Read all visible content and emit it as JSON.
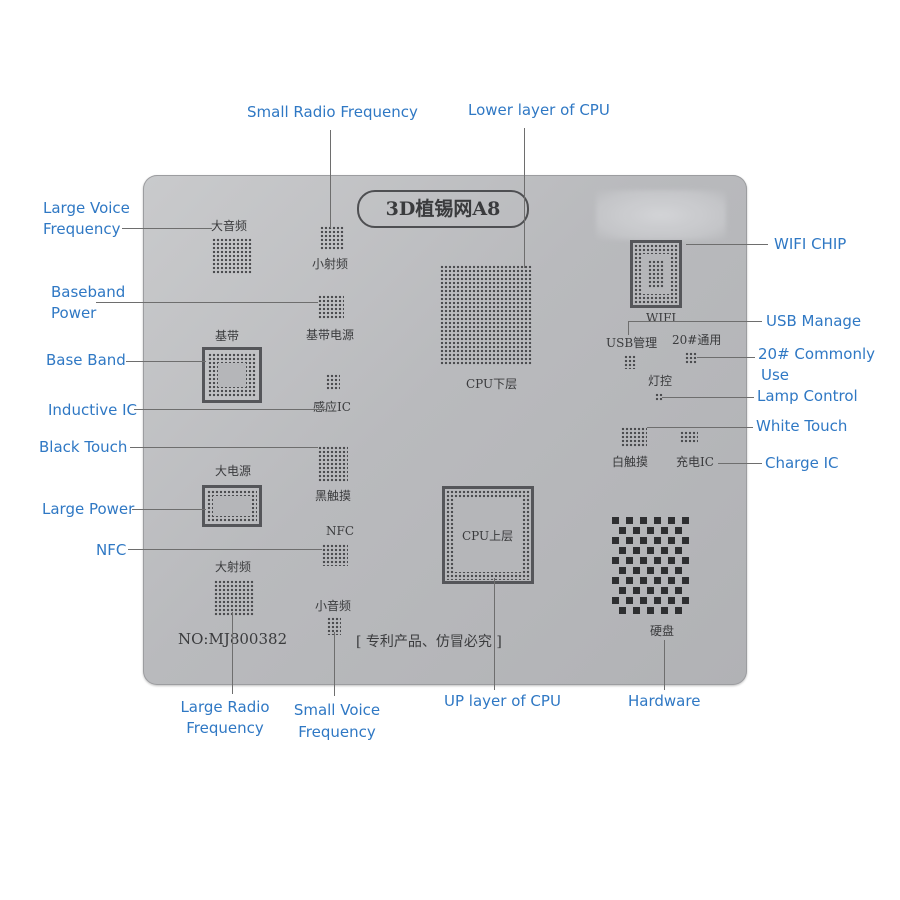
{
  "labels": {
    "small_radio_frequency": "Small Radio Frequency",
    "lower_layer_cpu": "Lower layer of CPU",
    "large_voice_frequency": [
      "Large Voice",
      "Frequency"
    ],
    "wifi_chip": "WIFI CHIP",
    "baseband_power": [
      "Baseband",
      "Power"
    ],
    "usb_manage": "USB Manage",
    "base_band": "Base Band",
    "commonly_use": [
      "20# Commonly",
      "Use"
    ],
    "lamp_control": "Lamp Control",
    "inductive_ic": "Inductive IC",
    "white_touch": "White Touch",
    "black_touch": "Black Touch",
    "charge_ic": "Charge IC",
    "large_power": "Large Power",
    "nfc": "NFC",
    "large_radio_frequency": [
      "Large Radio",
      "Frequency"
    ],
    "small_voice_frequency": [
      "Small Voice",
      "Frequency"
    ],
    "up_layer_cpu": "UP layer of CPU",
    "hardware": "Hardware"
  },
  "plate": {
    "title": "3D植锡网A8",
    "serial": "NO:MJ800382",
    "patent": "[ 专利产品、仿冒必究 ]",
    "marks": {
      "large_voice": "大音频",
      "small_radio": "小射频",
      "baseband_power": "基带电源",
      "baseband": "基带",
      "inductive_ic": "感应IC",
      "black_touch": "黑触摸",
      "large_power": "大电源",
      "nfc": "NFC",
      "large_radio": "大射频",
      "small_voice": "小音频",
      "cpu_lower": "CPU下层",
      "cpu_upper": "CPU上层",
      "wifi": "WIFI",
      "usb": "USB管理",
      "commonly": "20#通用",
      "lamp": "灯控",
      "white_touch": "白触摸",
      "charge_ic": "充电IC",
      "hard_disk": "硬盘"
    }
  },
  "colors": {
    "label": "#2f78c4",
    "plate": "#bdbec1",
    "ink": "#3a3b3d"
  }
}
